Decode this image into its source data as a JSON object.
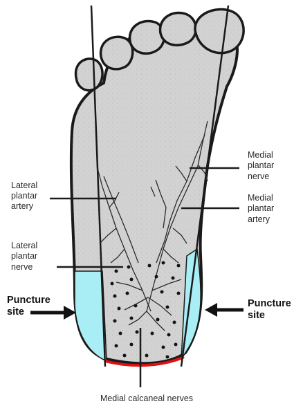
{
  "labels": {
    "lateral_plantar_artery": [
      "Lateral",
      "plantar",
      "artery"
    ],
    "lateral_plantar_nerve": [
      "Lateral",
      "plantar",
      "nerve"
    ],
    "medial_plantar_nerve": [
      "Medial",
      "plantar",
      "nerve"
    ],
    "medial_plantar_artery": [
      "Medial",
      "plantar",
      "artery"
    ],
    "puncture_left": [
      "Puncture",
      "site"
    ],
    "puncture_right": [
      "Puncture",
      "site"
    ],
    "medial_calcaneal_nerves": "Medial calcaneal nerves"
  },
  "colors": {
    "skin_fill": "#d2d2d2",
    "puncture_zone": "#aaeef5",
    "heel_edge": "#e01010",
    "outline": "#1a1a1a"
  }
}
